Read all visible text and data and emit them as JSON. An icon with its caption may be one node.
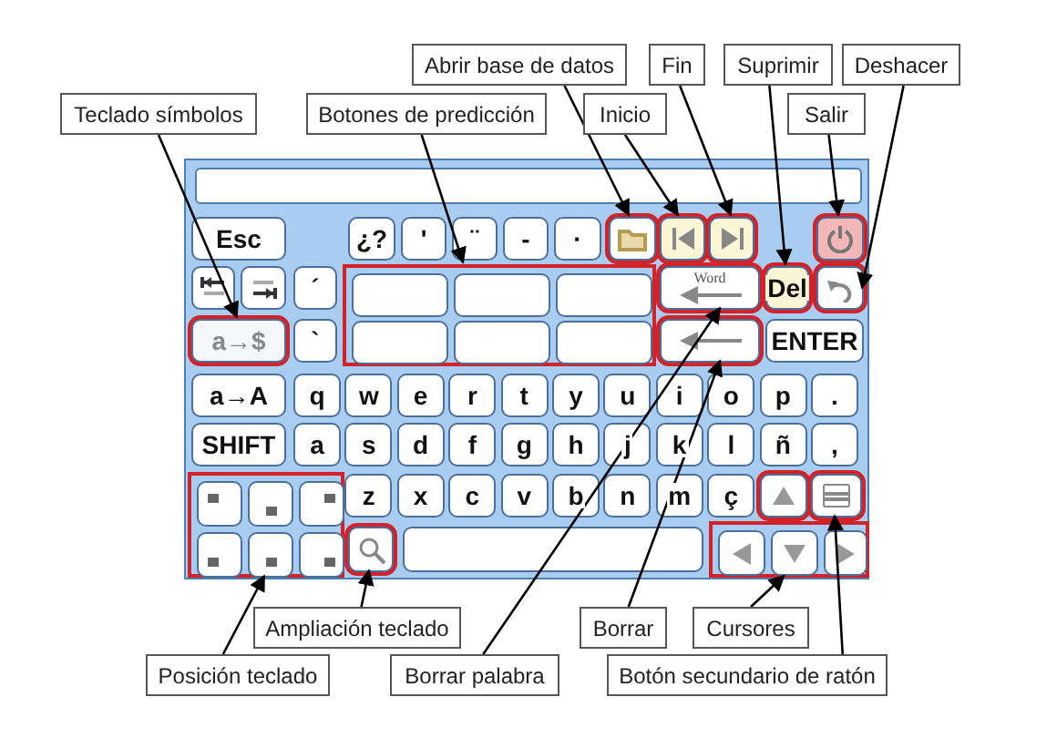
{
  "diagram": {
    "nodes": [
      {
        "text": [
          "Abrir base de datos"
        ]
      },
      {
        "text": [
          "Fin"
        ]
      },
      {
        "text": [
          "Suprimir"
        ]
      },
      {
        "text": [
          "Deshacer"
        ]
      },
      {
        "text": [
          "Teclado símbolos"
        ]
      },
      {
        "text": [
          "Botones de predicción"
        ]
      },
      {
        "text": [
          "Inicio"
        ]
      },
      {
        "text": [
          "Salir"
        ]
      },
      {
        "text": [],
        "shape": "box"
      },
      {
        "text": [],
        "shape": "box",
        "in": 8
      },
      {
        "text": [
          "Esc"
        ],
        "in": 8
      },
      {
        "text": [
          "¿?"
        ],
        "in": 8
      },
      {
        "text": [
          "'"
        ],
        "in": 8
      },
      {
        "text": [
          "¨"
        ],
        "in": 8
      },
      {
        "text": [
          "-"
        ],
        "in": 8
      },
      {
        "text": [
          "·"
        ],
        "in": 8
      },
      {
        "text": [],
        "shape": "box",
        "in": 8
      },
      {
        "text": [],
        "shape": "box",
        "in": 8
      },
      {
        "text": [],
        "shape": "box",
        "in": 8
      },
      {
        "text": [],
        "shape": "box",
        "in": 8
      },
      {
        "text": [],
        "shape": "box",
        "in": 8
      },
      {
        "text": [],
        "shape": "box",
        "in": 8
      },
      {
        "text": [
          "´"
        ],
        "in": 8
      },
      {
        "text": [],
        "shape": "box",
        "in": 8
      },
      {
        "text": [],
        "shape": "box",
        "in": 23
      },
      {
        "text": [],
        "shape": "box",
        "in": 23
      },
      {
        "text": [],
        "shape": "box",
        "in": 23
      },
      {
        "text": [],
        "shape": "box",
        "in": 23
      },
      {
        "text": [],
        "shape": "box",
        "in": 23
      },
      {
        "text": [],
        "shape": "box",
        "in": 23
      },
      {
        "text": [
          "Word"
        ],
        "in": 8
      },
      {
        "text": [
          "Del"
        ],
        "in": 8
      },
      {
        "text": [],
        "shape": "box",
        "in": 8
      },
      {
        "text": [
          "a→$"
        ],
        "in": 8
      },
      {
        "text": [
          "`"
        ],
        "in": 8
      },
      {
        "text": [],
        "shape": "box",
        "in": 8
      },
      {
        "text": [
          "ENTER"
        ],
        "in": 8
      },
      {
        "text": [
          "a→A"
        ],
        "in": 8
      },
      {
        "text": [
          "q"
        ],
        "in": 8
      },
      {
        "text": [
          "w"
        ],
        "in": 8
      },
      {
        "text": [
          "e"
        ],
        "in": 8
      },
      {
        "text": [
          "r"
        ],
        "in": 8
      },
      {
        "text": [
          "t"
        ],
        "in": 8
      },
      {
        "text": [
          "y"
        ],
        "in": 8
      },
      {
        "text": [
          "u"
        ],
        "in": 8
      },
      {
        "text": [
          "i"
        ],
        "in": 8
      },
      {
        "text": [
          "o"
        ],
        "in": 8
      },
      {
        "text": [
          "p"
        ],
        "in": 8
      },
      {
        "text": [
          "."
        ],
        "in": 8
      },
      {
        "text": [
          "SHIFT"
        ],
        "in": 8
      },
      {
        "text": [
          "a"
        ],
        "in": 8
      },
      {
        "text": [
          "s"
        ],
        "in": 8
      },
      {
        "text": [
          "d"
        ],
        "in": 8
      },
      {
        "text": [
          "f"
        ],
        "in": 8
      },
      {
        "text": [
          "g"
        ],
        "in": 8
      },
      {
        "text": [
          "h"
        ],
        "in": 8
      },
      {
        "text": [
          "j"
        ],
        "in": 8
      },
      {
        "text": [
          "k"
        ],
        "in": 8
      },
      {
        "text": [
          "l"
        ],
        "in": 8
      },
      {
        "text": [
          "ñ"
        ],
        "in": 8
      },
      {
        "text": [
          ","
        ],
        "in": 8
      },
      {
        "text": [],
        "shape": "box",
        "in": 8
      },
      {
        "text": [],
        "shape": "box",
        "in": 61
      },
      {
        "text": [],
        "shape": "box",
        "in": 61
      },
      {
        "text": [],
        "shape": "box",
        "in": 61
      },
      {
        "text": [],
        "shape": "box",
        "in": 61
      },
      {
        "text": [],
        "shape": "box",
        "in": 61
      },
      {
        "text": [],
        "shape": "box",
        "in": 61
      },
      {
        "text": [
          "z"
        ],
        "in": 8
      },
      {
        "text": [
          "x"
        ],
        "in": 8
      },
      {
        "text": [
          "c"
        ],
        "in": 8
      },
      {
        "text": [
          "v"
        ],
        "in": 8
      },
      {
        "text": [
          "b"
        ],
        "in": 8
      },
      {
        "text": [
          "n"
        ],
        "in": 8
      },
      {
        "text": [
          "m"
        ],
        "in": 8
      },
      {
        "text": [
          "ç"
        ],
        "in": 8
      },
      {
        "text": [],
        "shape": "box",
        "in": 8
      },
      {
        "text": [],
        "shape": "box",
        "in": 8
      },
      {
        "text": [],
        "shape": "box",
        "in": 8
      },
      {
        "text": [],
        "shape": "box",
        "in": 8
      },
      {
        "text": [],
        "shape": "box",
        "in": 8
      },
      {
        "text": [],
        "shape": "box",
        "in": 80
      },
      {
        "text": [],
        "shape": "box",
        "in": 80
      },
      {
        "text": [],
        "shape": "box",
        "in": 80
      },
      {
        "text": [
          "Ampliación teclado"
        ]
      },
      {
        "text": [
          "Borrar"
        ]
      },
      {
        "text": [
          "Cursores"
        ]
      },
      {
        "text": [
          "Posición teclado"
        ]
      },
      {
        "text": [
          "Borrar palabra"
        ]
      },
      {
        "text": [
          "Botón secundario de ratón"
        ]
      }
    ],
    "edges": [
      {
        "from": 0,
        "to": 16,
        "arrow": "to"
      },
      {
        "from": 6,
        "to": 17,
        "arrow": "to"
      },
      {
        "from": 1,
        "to": 18,
        "arrow": "to"
      },
      {
        "from": 7,
        "to": 19,
        "arrow": "to"
      },
      {
        "from": 2,
        "to": 31,
        "arrow": "to"
      },
      {
        "from": 3,
        "to": 32,
        "arrow": "to"
      },
      {
        "from": 4,
        "to": 33,
        "arrow": "to"
      },
      {
        "from": 5,
        "to": 23,
        "arrow": "to"
      },
      {
        "from": 88,
        "to": 30,
        "arrow": "to"
      },
      {
        "from": 85,
        "to": 35,
        "arrow": "to"
      },
      {
        "from": 87,
        "to": 61,
        "arrow": "to"
      },
      {
        "from": 84,
        "to": 78,
        "arrow": "to"
      },
      {
        "from": 86,
        "to": 80,
        "arrow": "to"
      },
      {
        "from": 89,
        "to": 77,
        "arrow": "to"
      }
    ]
  }
}
